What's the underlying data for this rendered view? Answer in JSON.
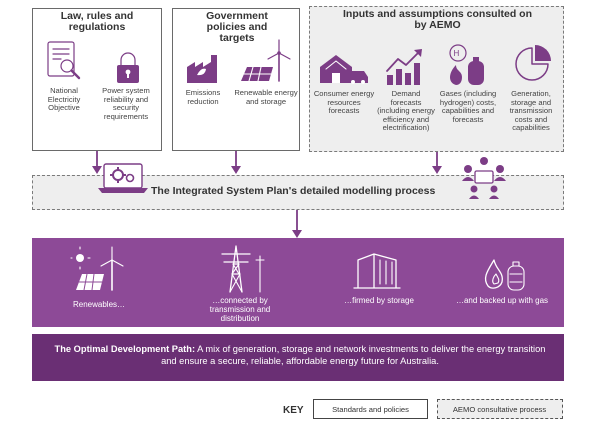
{
  "sections": {
    "law": {
      "title": "Law, rules and regulations",
      "items": [
        "National Electricity Objective",
        "Power system reliability and security requirements"
      ]
    },
    "government": {
      "title": "Government policies and targets",
      "items": [
        "Emissions reduction",
        "Renewable energy and storage"
      ]
    },
    "inputs": {
      "title": "Inputs and assumptions consulted on by AEMO",
      "items": [
        "Consumer energy resources forecasts",
        "Demand forecasts (including energy efficiency and electrification)",
        "Gases (including hydrogen) costs, capabilities and forecasts",
        "Generation, storage and transmission costs and capabilities"
      ]
    }
  },
  "process": {
    "title": "The Integrated System Plan's detailed modelling process"
  },
  "odp": {
    "items": [
      "Renewables…",
      "…connected by transmission and distribution",
      "…firmed by storage",
      "…and backed up with gas"
    ],
    "heading": "The Optimal Development Path:",
    "text": "A mix of generation, storage and network investments to deliver the energy transition and ensure a secure, reliable, affordable energy future for Australia."
  },
  "key": {
    "title": "KEY",
    "standards_label": "Standards and policies",
    "consult_label": "AEMO consultative process"
  },
  "colors": {
    "accent": "#7c3d86",
    "accent_dark": "#6a2f74",
    "accent_light": "#8d4a97"
  }
}
